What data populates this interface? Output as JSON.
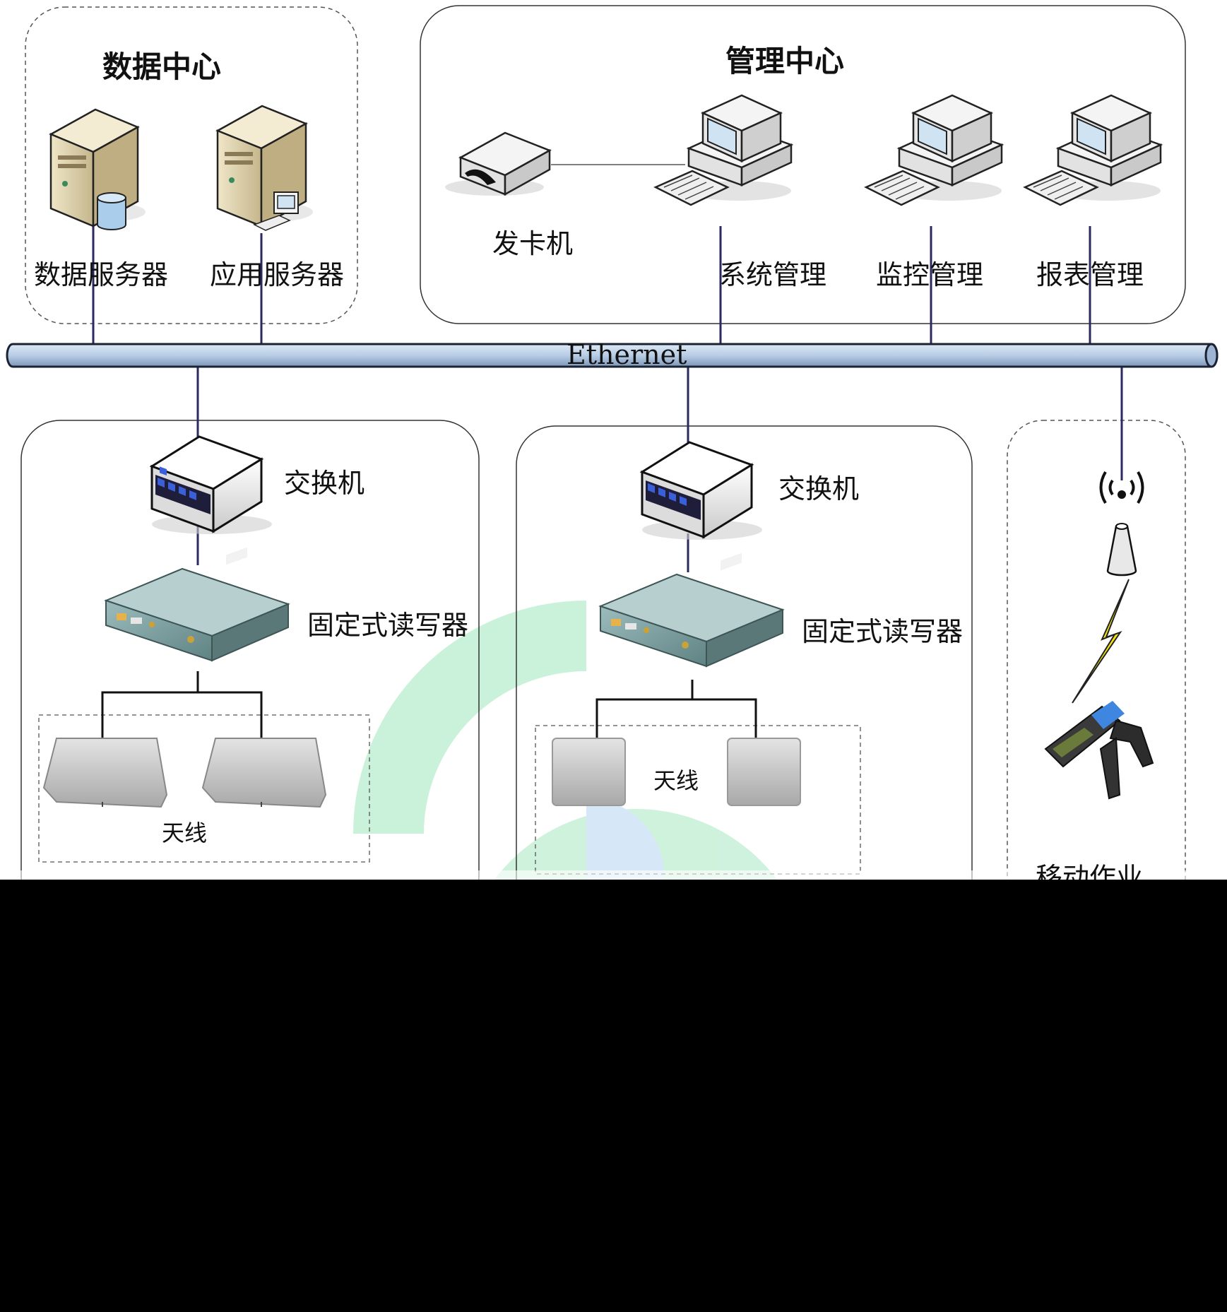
{
  "groups": {
    "data_center": "数据中心",
    "management_center": "管理中心",
    "mobile_ops_partial": "移动作业"
  },
  "nodes": {
    "data_server": "数据服务器",
    "app_server": "应用服务器",
    "card_issuer": "发卡机",
    "system_mgmt": "系统管理",
    "monitor_mgmt": "监控管理",
    "report_mgmt": "报表管理",
    "switch_left": "交换机",
    "switch_right": "交换机",
    "reader_left": "固定式读写器",
    "reader_right": "固定式读写器",
    "antenna_left": "天线",
    "antenna_right": "天线"
  },
  "bus": {
    "label": "Ethernet"
  },
  "colors": {
    "bus_fill": "#b8cde6",
    "bus_stroke": "#1a2233",
    "link": "#2b2a5e",
    "server_body": "#d9ccaa",
    "device_teal": "#7f9ea0",
    "antenna": "#c8c8c8",
    "lightning": "#f4e416",
    "watermark_green": "#8fe0b0",
    "watermark_blue": "#9fc8ee"
  },
  "icons": [
    "database-server-icon",
    "application-server-icon",
    "card-issuer-icon",
    "workstation-icon",
    "network-switch-icon",
    "rfid-reader-icon",
    "antenna-icon",
    "wireless-tower-icon",
    "handheld-terminal-icon"
  ]
}
